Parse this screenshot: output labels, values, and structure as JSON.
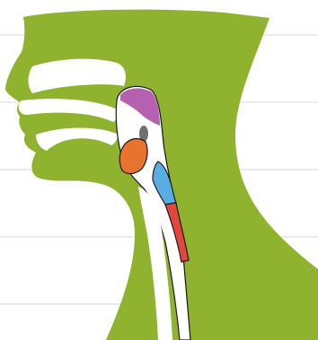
{
  "colors": {
    "background": "#ffffff",
    "guide_line": "#d9d9d9",
    "head_neck": "#8fb32e",
    "airway": "#ffffff",
    "outline": "#1a1a1a",
    "nasopharynx": "#b561b0",
    "tonsil": "#6f6f6f",
    "oropharynx_tongue": "#e8732e",
    "laryngopharynx": "#58aee3",
    "esophagus": "#e2463c"
  },
  "regions": [
    {
      "name": "nasopharynx",
      "color_key": "nasopharynx"
    },
    {
      "name": "tonsil",
      "color_key": "tonsil"
    },
    {
      "name": "oropharynx",
      "color_key": "oropharynx_tongue"
    },
    {
      "name": "laryngopharynx",
      "color_key": "laryngopharynx"
    },
    {
      "name": "esophagus",
      "color_key": "esophagus"
    }
  ]
}
